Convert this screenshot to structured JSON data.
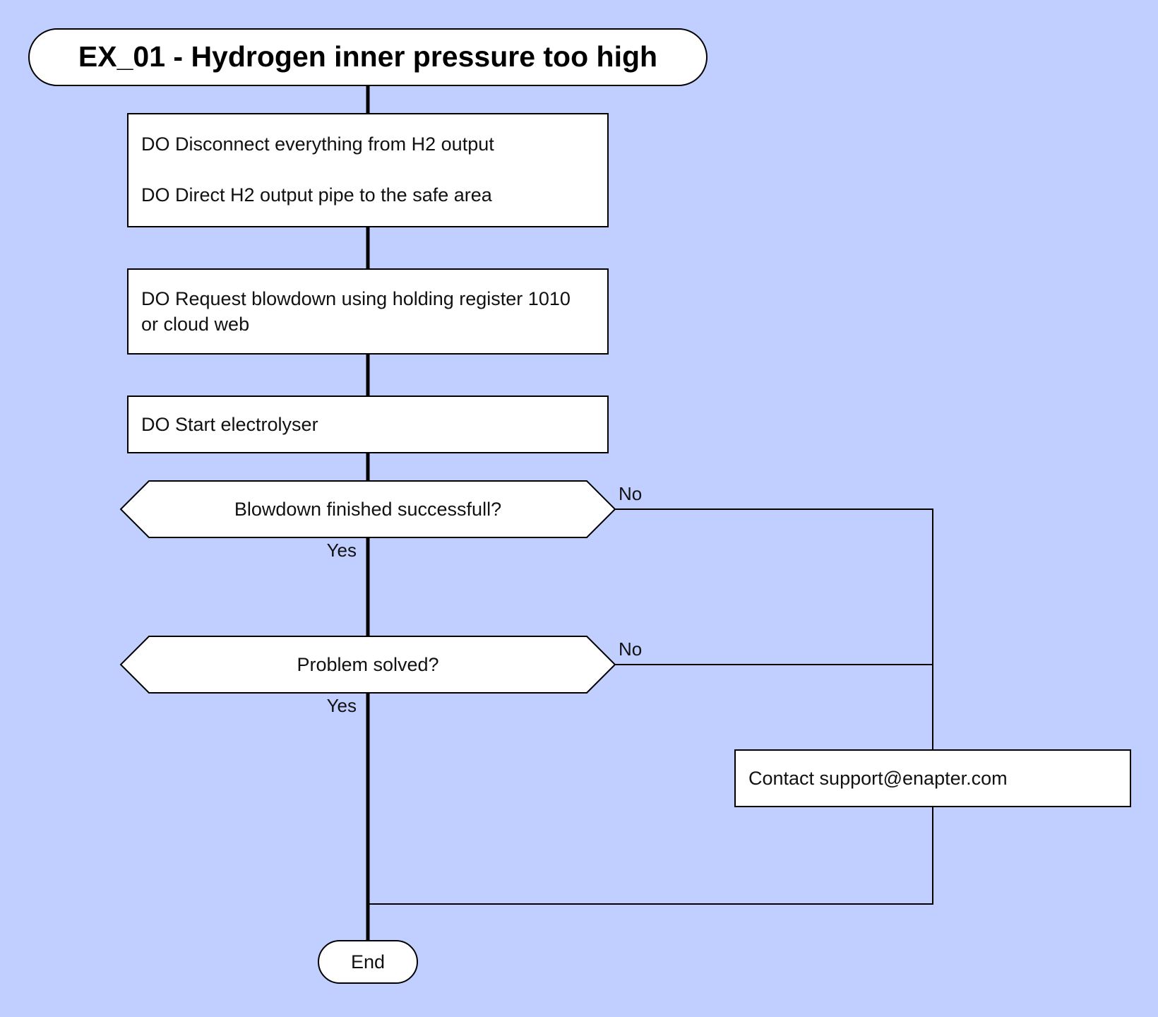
{
  "colors": {
    "background": "#c0cfff",
    "box_fill": "#ffffff",
    "stroke": "#000000",
    "text": "#111111"
  },
  "title": "EX_01 - Hydrogen inner pressure too high",
  "steps": {
    "step1_line1": "DO Disconnect everything from H2 output",
    "step1_line2": "DO Direct H2 output pipe to the safe area",
    "step2_line1": "DO Request blowdown using holding register 1010",
    "step2_line2": "or cloud web",
    "step3": "DO Start electrolyser"
  },
  "decisions": {
    "blowdown_question": "Blowdown finished successfull?",
    "blowdown_no": "No",
    "blowdown_yes": "Yes",
    "solved_question": "Problem solved?",
    "solved_no": "No",
    "solved_yes": "Yes"
  },
  "support_box": "Contact support@enapter.com",
  "end_label": "End"
}
